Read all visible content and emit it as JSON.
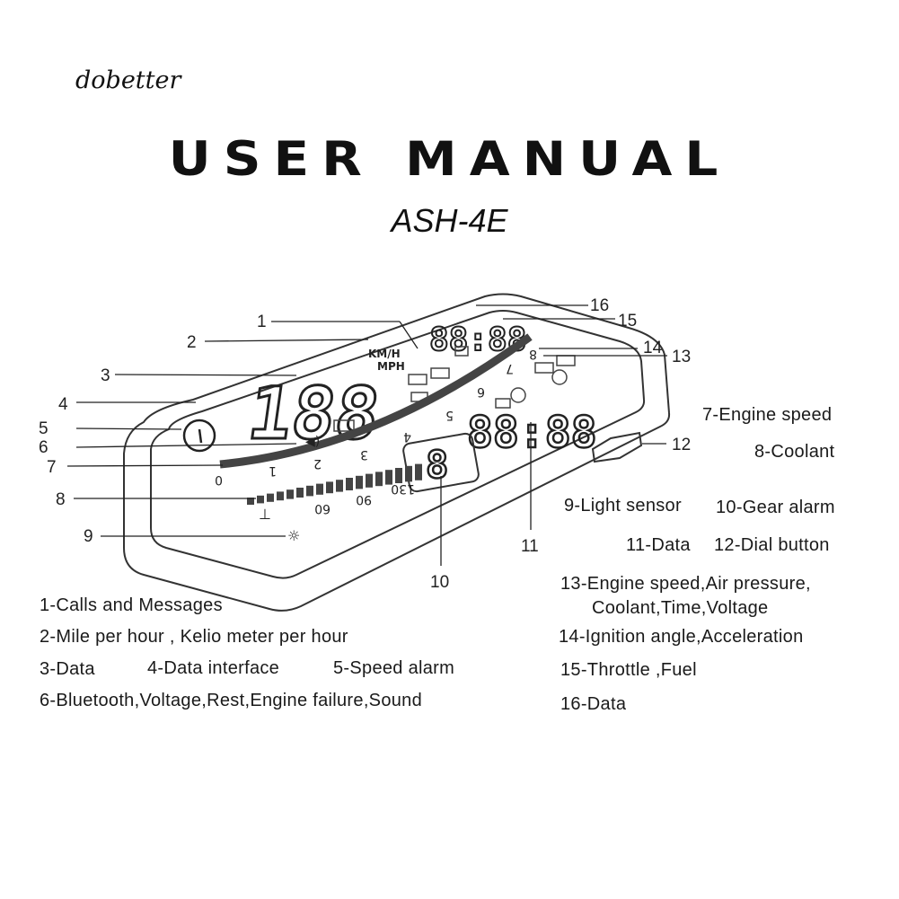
{
  "brand": "dobetter",
  "title": "USER MANUAL",
  "model": "ASH-4E",
  "display": {
    "speed_digits": "188",
    "time_digits": "88:88",
    "data_digits": "88:88",
    "gear_digit": "8",
    "unit_top": "KM/H",
    "unit_bottom": "MPH",
    "rpm_scale": [
      "0",
      "1",
      "2",
      "3",
      "4",
      "5",
      "6",
      "7",
      "8"
    ],
    "coolant_scale": [
      "60",
      "90",
      "130"
    ]
  },
  "callouts": [
    "1",
    "2",
    "3",
    "4",
    "5",
    "6",
    "7",
    "8",
    "9",
    "10",
    "11",
    "12",
    "13",
    "14",
    "15",
    "16"
  ],
  "legend": {
    "l1": "1-Calls and Messages",
    "l2": "2-Mile per hour , Kelio meter per hour",
    "l3": "3-Data",
    "l4": "4-Data interface",
    "l5": "5-Speed alarm",
    "l6": "6-Bluetooth,Voltage,Rest,Engine failure,Sound",
    "l7": "7-Engine speed",
    "l8": "8-Coolant",
    "l9": "9-Light sensor",
    "l10": "10-Gear alarm",
    "l11": "11-Data",
    "l12": "12-Dial button",
    "l13a": "13-Engine speed,Air pressure,",
    "l13b": "Coolant,Time,Voltage",
    "l14": "14-Ignition angle,Acceleration",
    "l15": "15-Throttle ,Fuel",
    "l16": "16-Data"
  }
}
